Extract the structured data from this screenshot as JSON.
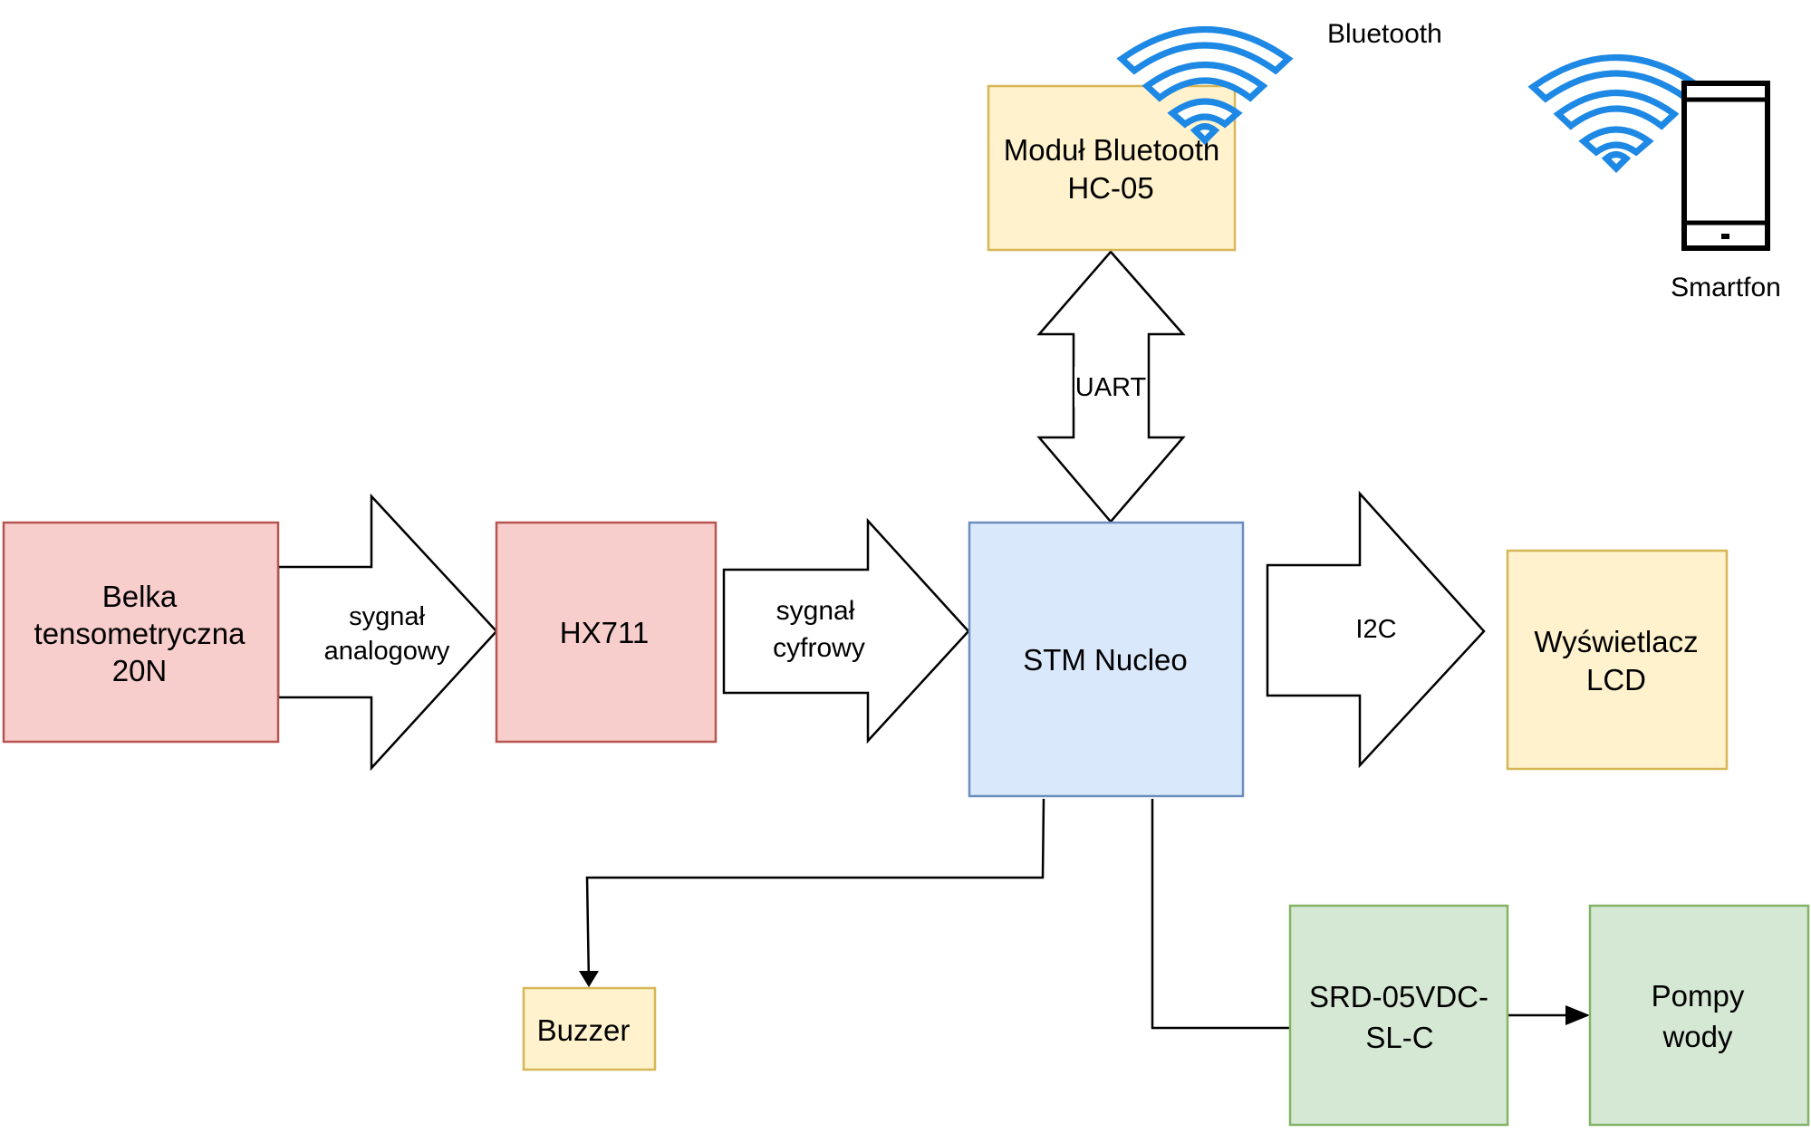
{
  "colors": {
    "red_fill": "#f8cecc",
    "red_stroke": "#b85450",
    "yellow_fill": "#fff2cc",
    "yellow_stroke": "#d6b656",
    "blue_fill": "#dae8fc",
    "blue_stroke": "#6c8ebf",
    "green_fill": "#d5e8d4",
    "green_stroke": "#82b366",
    "wifi": "#1e88e5"
  },
  "nodes": {
    "belka": [
      "Belka",
      "tensometryczna",
      "20N"
    ],
    "hx711": "HX711",
    "stm": "STM Nucleo",
    "bt_module": [
      "Moduł Bluetooth",
      "HC-05"
    ],
    "lcd": [
      "Wyświetlacz",
      "LCD"
    ],
    "buzzer": "Buzzer",
    "relay": [
      "SRD-05VDC-",
      "SL-C"
    ],
    "pumps": [
      "Pompy",
      "wody"
    ]
  },
  "arrows": {
    "analog": [
      "sygnał",
      "analogowy"
    ],
    "digital": [
      "sygnał",
      "cyfrowy"
    ],
    "i2c": "I2C",
    "uart": "UART"
  },
  "labels": {
    "bluetooth": "Bluetooth",
    "smartphone": "Smartfon"
  },
  "icons": {
    "wifi_bt_module": "wifi-icon",
    "wifi_smartphone": "wifi-icon",
    "smartphone": "smartphone-icon"
  }
}
